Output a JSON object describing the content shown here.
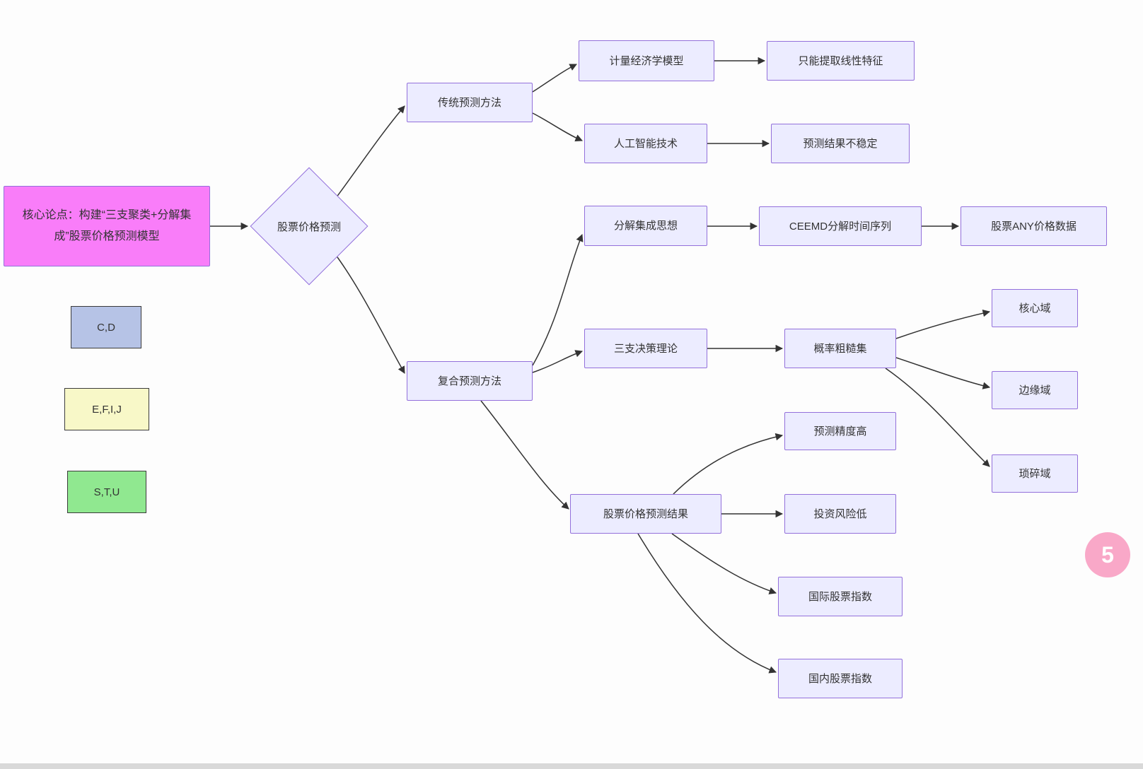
{
  "nodes": {
    "core": {
      "label": "核心论点：构建“三支聚类+分解集成”股票价格预测模型"
    },
    "decision": {
      "label": "股票价格预测"
    },
    "traditional": {
      "label": "传统预测方法"
    },
    "econometric": {
      "label": "计量经济学模型"
    },
    "linear": {
      "label": "只能提取线性特征"
    },
    "ai": {
      "label": "人工智能技术"
    },
    "unstable": {
      "label": "预测结果不稳定"
    },
    "composite": {
      "label": "复合预测方法"
    },
    "decomposition": {
      "label": "分解集成思想"
    },
    "ceemd": {
      "label": "CEEMD分解时间序列"
    },
    "anyprice": {
      "label": "股票ANY价格数据"
    },
    "threeway": {
      "label": "三支决策理论"
    },
    "roughset": {
      "label": "概率粗糙集"
    },
    "core_domain": {
      "label": "核心域"
    },
    "edge_domain": {
      "label": "边缘域"
    },
    "trivial_domain": {
      "label": "琐碎域"
    },
    "accuracy": {
      "label": "预测精度高"
    },
    "result": {
      "label": "股票价格预测结果"
    },
    "risk": {
      "label": "投资风险低"
    },
    "intl": {
      "label": "国际股票指数"
    },
    "domestic": {
      "label": "国内股票指数"
    }
  },
  "legend": [
    {
      "label": "C,D"
    },
    {
      "label": "E,F,I,J"
    },
    {
      "label": "S,T,U"
    }
  ],
  "badge": {
    "label": "5"
  },
  "colors": {
    "bg": "#fdfdfd",
    "node_fill": "#ececff",
    "node_border": "#9370db",
    "core_fill": "#f97df9",
    "core_border": "#9370db",
    "edge": "#333333",
    "legend_cd": "#b6c3e6",
    "legend_efij": "#f8f8c8",
    "legend_stu": "#90e890",
    "legend_border": "#3b3b3b",
    "badge_fill": "#f9a8c8",
    "bottom_bar": "#d9d9d9"
  }
}
